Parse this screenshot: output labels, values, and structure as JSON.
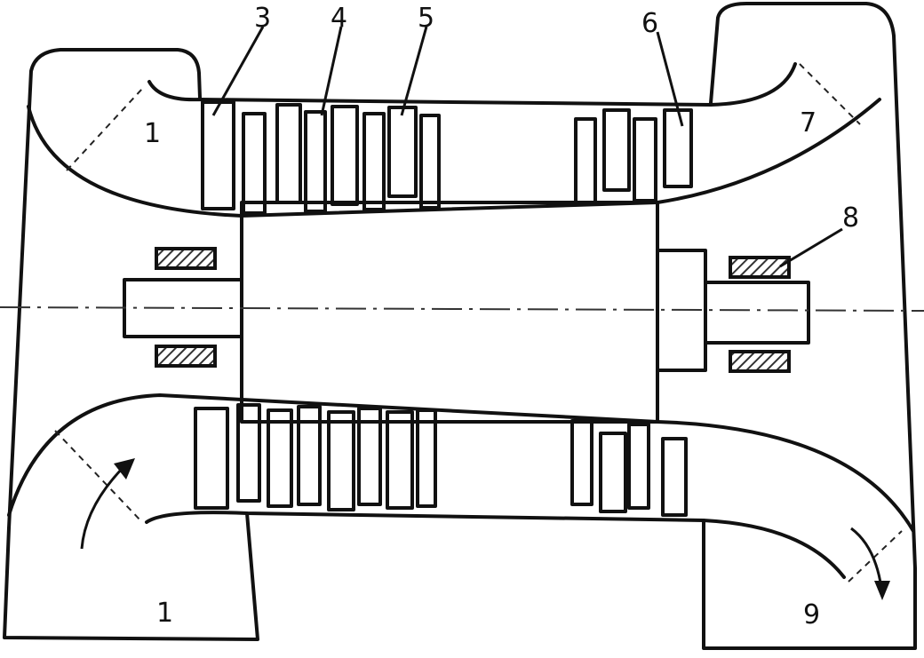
{
  "labels": {
    "inlet_section": "1",
    "inlet_pipe": "1",
    "blade_row_3": "3",
    "blade_row_4": "4",
    "blade_row_5": "5",
    "blade_row_6": "6",
    "outlet_section": "7",
    "bearing": "8",
    "outlet_pipe": "9"
  },
  "colors": {
    "stroke": "#111111",
    "paper": "#ffffff",
    "hatch": "#333333"
  }
}
